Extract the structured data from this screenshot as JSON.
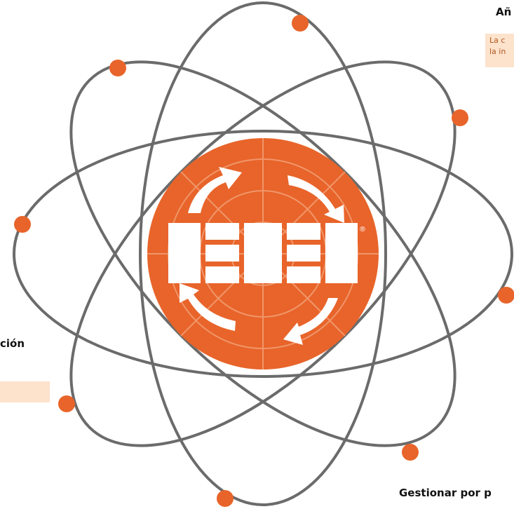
{
  "labels": {
    "top_right_title": "Añ",
    "top_right_note_line1": "La c",
    "top_right_note_line2": "la in",
    "left_title": "ción",
    "bottom_title": "Gestionar por p"
  },
  "colors": {
    "accent": "#e8642a",
    "orbit": "#6b6b6b",
    "note_bg": "#fde2cc",
    "emblem_text": "#ffffff"
  },
  "emblem": {
    "registered_mark": "®"
  }
}
